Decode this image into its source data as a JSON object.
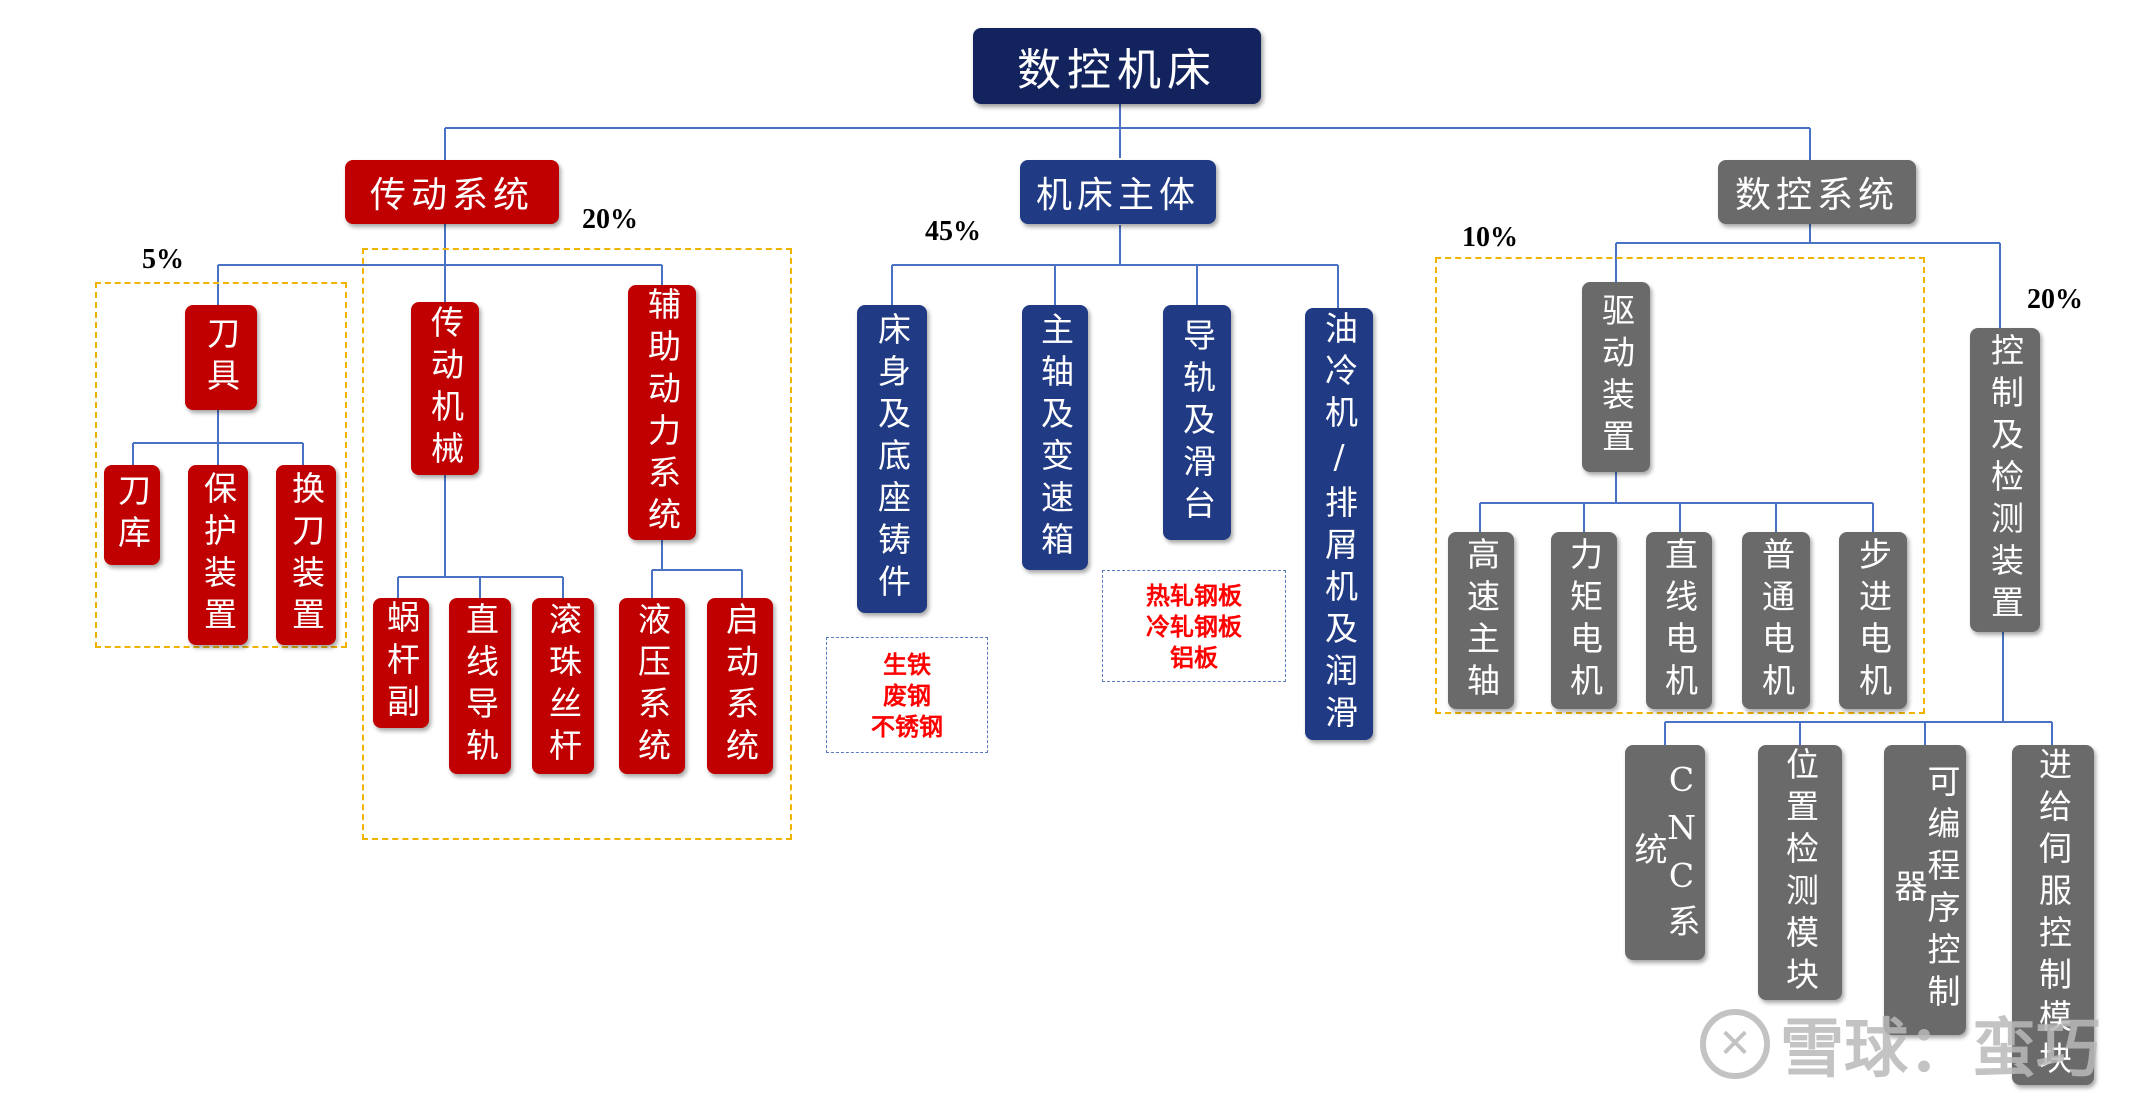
{
  "root": {
    "label": "数控机床"
  },
  "l1": {
    "transmission": "传动系统",
    "body": "机床主体",
    "cnc": "数控系统"
  },
  "l2": {
    "tool": "刀具",
    "trans_mech": "传动机械",
    "aux_power": "辅助动力系统",
    "bed": "床身及底座铸件",
    "spindle": "主轴及变速箱",
    "guide": "导轨及滑台",
    "oil": "油冷机/排屑机及润滑",
    "drive": "驱动装置",
    "control": "控制及检测装置"
  },
  "l3": {
    "tool_magazine": "刀库",
    "protect": "保护装置",
    "changer": "换刀装置",
    "worm": "蜗杆副",
    "linear": "直线导轨",
    "ballscrew": "滚珠丝杆",
    "hydraulic": "液压系统",
    "starter": "启动系统",
    "hs_spindle": "高速主轴",
    "torque": "力矩电机",
    "linear_motor": "直线电机",
    "normal": "普通电机",
    "stepper": "步进电机",
    "cnc_sys": "CNC系统",
    "position": "位置检测模块",
    "plc": "可编程序控制器",
    "servo": "进给伺服控制模块"
  },
  "percents": {
    "tool": "5%",
    "trans": "20%",
    "body": "45%",
    "drive": "10%",
    "control": "20%"
  },
  "notes": {
    "bed": [
      "生铁",
      "废钢",
      "不锈钢"
    ],
    "guide": [
      "热轧钢板",
      "冷轧钢板",
      "铝板"
    ]
  },
  "watermark": "雪球：蛮巧",
  "colors": {
    "transmission": "#c00000",
    "body": "#203a84",
    "cnc": "#6a6a6a",
    "root": "#12235e",
    "connector": "#4a72c4",
    "group_border": "#f0b400",
    "note_text": "#ff0000"
  }
}
